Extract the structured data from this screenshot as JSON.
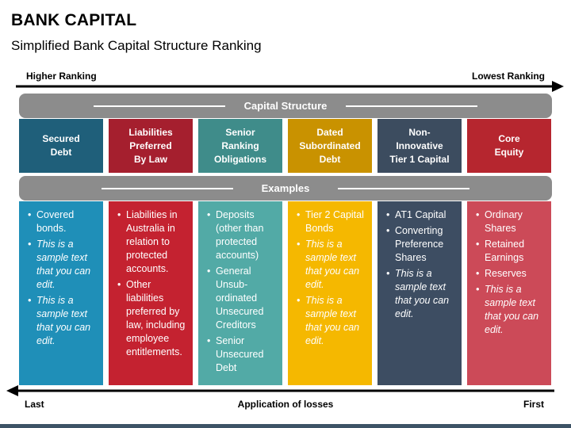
{
  "title": "BANK CAPITAL",
  "subtitle": "Simplified Bank Capital Structure Ranking",
  "ranking": {
    "left": "Higher Ranking",
    "right": "Lowest Ranking"
  },
  "bands": {
    "structure": "Capital Structure",
    "examples": "Examples"
  },
  "colors": {
    "band": "#8c8c8c",
    "c1": "#1f5f7a",
    "c2": "#a51f2e",
    "c3": "#3f8c8a",
    "c4": "#c99200",
    "c5": "#3c4c5f",
    "c6": "#b6262f",
    "b1": "#1f8fb8",
    "b2": "#c42230",
    "b3": "#52aaa6",
    "b4": "#f5b800",
    "b5": "#3d4d62",
    "b6": "#cc4a58"
  },
  "columns": [
    {
      "head": [
        "Secured",
        "Debt"
      ],
      "items": [
        {
          "t": "Covered bonds.",
          "i": false
        },
        {
          "t": "This is a sample text that you can edit.",
          "i": true
        },
        {
          "t": "This is a sample text that you can edit.",
          "i": true
        }
      ]
    },
    {
      "head": [
        "Liabilities",
        "Preferred",
        "By Law"
      ],
      "items": [
        {
          "t": "Liabilities in Australia in relation to protected accounts.",
          "i": false
        },
        {
          "t": "Other liabilities preferred by law, including employee entitlements.",
          "i": false
        }
      ]
    },
    {
      "head": [
        "Senior",
        "Ranking",
        "Obligations"
      ],
      "items": [
        {
          "t": "Deposits (other than protected accounts)",
          "i": false
        },
        {
          "t": "General Unsub-ordinated Unsecured Creditors",
          "i": false
        },
        {
          "t": "Senior Unsecured Debt",
          "i": false
        }
      ]
    },
    {
      "head": [
        "Dated",
        "Subordinated",
        "Debt"
      ],
      "items": [
        {
          "t": "Tier 2 Capital Bonds",
          "i": false
        },
        {
          "t": "This is a sample text that you can edit.",
          "i": true
        },
        {
          "t": "This is a sample text that you can edit.",
          "i": true
        }
      ]
    },
    {
      "head": [
        "Non-",
        "Innovative",
        "Tier 1 Capital"
      ],
      "items": [
        {
          "t": "AT1 Capital",
          "i": false
        },
        {
          "t": "Converting Preference Shares",
          "i": false
        },
        {
          "t": "This is a sample text that you can edit.",
          "i": true
        }
      ]
    },
    {
      "head": [
        "Core",
        "Equity"
      ],
      "items": [
        {
          "t": "Ordinary Shares",
          "i": false
        },
        {
          "t": "Retained Earnings",
          "i": false
        },
        {
          "t": "Reserves",
          "i": false
        },
        {
          "t": "This is a sample text that you can edit.",
          "i": true
        }
      ]
    }
  ],
  "losses": {
    "left": "Last",
    "center": "Application of losses",
    "right": "First"
  }
}
